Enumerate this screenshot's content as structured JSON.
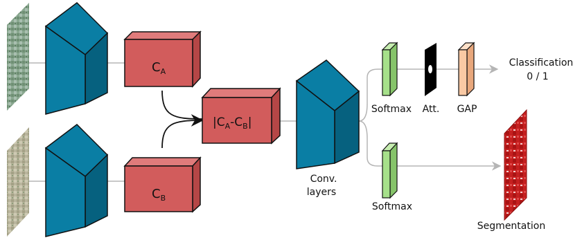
{
  "labels": {
    "ca_main": "C",
    "ca_sub": "A",
    "cb_main": "C",
    "cb_sub": "B",
    "diff_bar_left": "|C",
    "diff_sub_a": "A",
    "diff_dash": "-C",
    "diff_sub_b": "B",
    "diff_bar_right": "|",
    "conv_line1": "Conv.",
    "conv_line2": "layers",
    "softmax_top": "Softmax",
    "attention": "Att.",
    "gap": "GAP",
    "classification": "Classification",
    "class_values": "0 / 1",
    "softmax_bottom": "Softmax",
    "segmentation": "Segmentation"
  },
  "colors": {
    "encoder": "#0a7ea4",
    "encoder_dark": "#06617f",
    "feature_box": "#d25c5c",
    "feature_box_top": "#e07b7b",
    "feature_box_side": "#b54646",
    "softmax": "#a6e08a",
    "gap": "#f9c9a4",
    "attention": "#000000",
    "segmentation": "#c51f1f",
    "connector": "#b5b5b5",
    "arrow": "#111111"
  }
}
